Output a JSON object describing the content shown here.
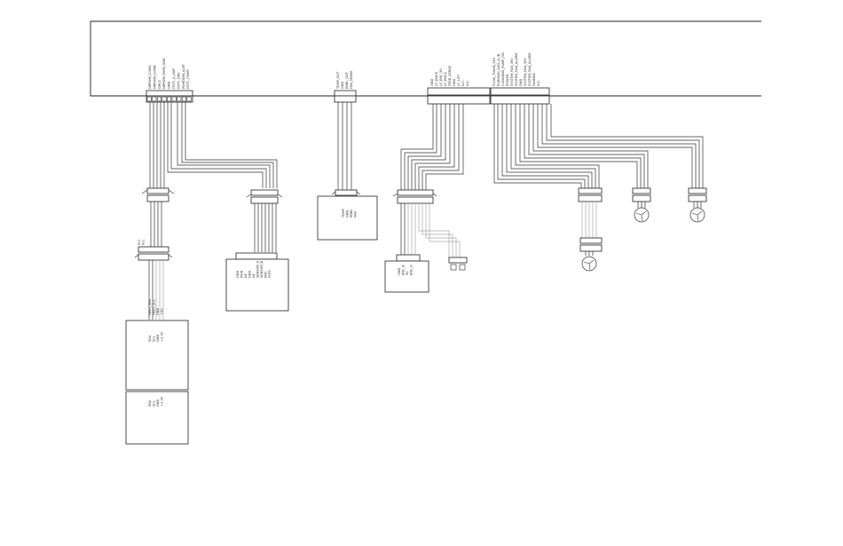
{
  "main_board": {
    "connector_a_labels": [
      "NRPWM_COMA",
      "NRPWM_COMB",
      "DRV3",
      "NRPWM_PWM_GND",
      "GND",
      "FDTC_A_ANP",
      "FDTC_DRV",
      "PWRDWN_ALRT",
      "FDTC_CMMT"
    ],
    "connector_b_labels": [
      "TEMP_OUT",
      "GND",
      "ENBL_OUT",
      "FAN_SENSE"
    ],
    "connector_c_labels": [
      "GND",
      "LF_ENCB",
      "LF_ENC_5V",
      "LF_ENCA",
      "FEED_SENSE",
      "GND",
      "LF_LIFT",
      "N.C.",
      "N.C."
    ],
    "connector_d_labels": [
      "FLOW_TOWN_3EV",
      "PURGING_AXIS_4_IN",
      "CLEANING_PUMP_ON",
      "POWER",
      "SYSTEM_FAN_3EV",
      "SYSTEM_FAN_ALARM",
      "GND",
      "SYSTEM_FAN_3EV",
      "SYSTEM_FAN_ALARM",
      "FANNED",
      "N.C."
    ]
  },
  "inline_left": {
    "upper_labels": [
      "N.C.",
      "N.C."
    ],
    "lower_labels": [
      "HEAT_SEA",
      "HEAT_SCL",
      "GND",
      "+5V"
    ]
  },
  "module_lower_left": {
    "top_labels": [
      "SDA",
      "SCL",
      "GND",
      "+3.3V"
    ],
    "bottom_labels": [
      "SDA",
      "SCL",
      "GND",
      "+3.3V"
    ]
  },
  "module_center_left": {
    "labels": [
      "GND",
      "PWR",
      "NC",
      "GND",
      "NC",
      "SENSOR_A",
      "SENSOR_B",
      "ENC",
      "FDTC"
    ]
  },
  "module_center": {
    "labels": [
      "TEMP",
      "GND",
      "ENBL",
      "FAN"
    ]
  },
  "module_right_center": {
    "labels": [
      "GND",
      "ENC_B",
      "5V",
      "ENC_A"
    ]
  },
  "fans": {
    "fan_1": "fan",
    "fan_2": "fan",
    "fan_3": "fan"
  }
}
